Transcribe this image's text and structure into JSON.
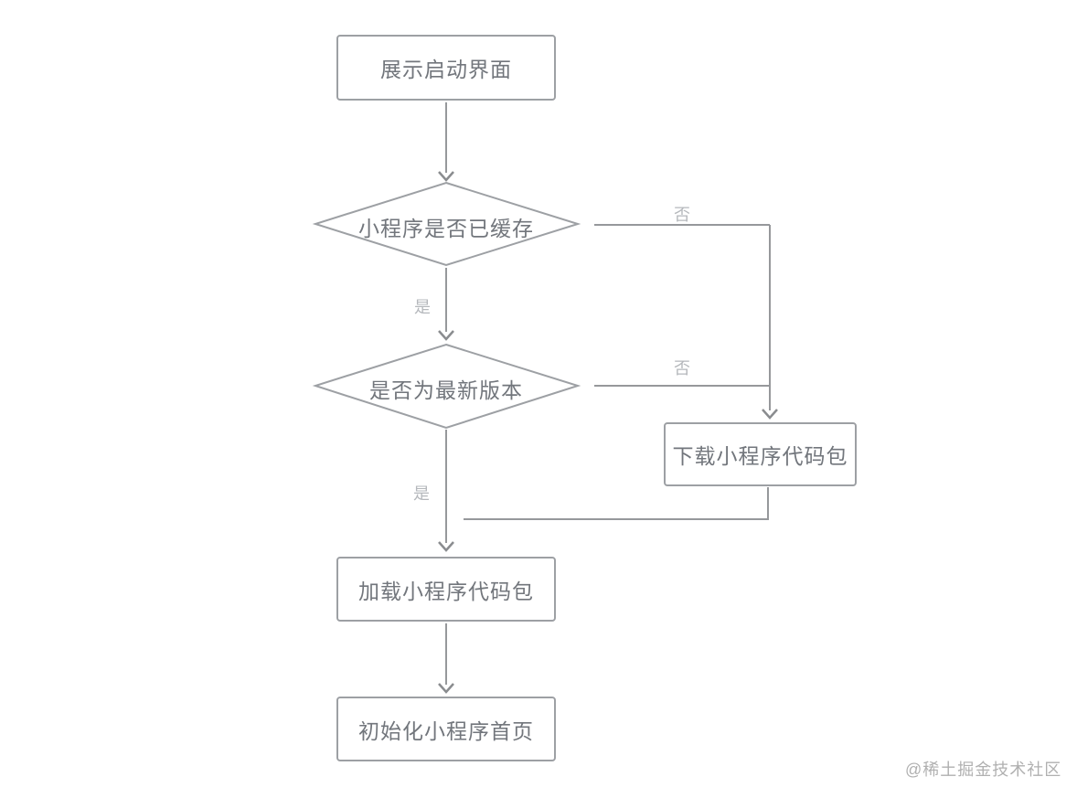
{
  "diagram": {
    "type": "flowchart",
    "nodes": {
      "start": {
        "label": "展示启动界面",
        "shape": "rect"
      },
      "cached": {
        "label": "小程序是否已缓存",
        "shape": "diamond"
      },
      "latest": {
        "label": "是否为最新版本",
        "shape": "diamond"
      },
      "download": {
        "label": "下载小程序代码包",
        "shape": "rect"
      },
      "load": {
        "label": "加载小程序代码包",
        "shape": "rect"
      },
      "init": {
        "label": "初始化小程序首页",
        "shape": "rect"
      }
    },
    "edges": {
      "start_to_cached": {
        "from": "start",
        "to": "cached",
        "label": ""
      },
      "cached_no": {
        "from": "cached",
        "to": "download",
        "label": "否"
      },
      "cached_yes": {
        "from": "cached",
        "to": "latest",
        "label": "是"
      },
      "latest_no": {
        "from": "latest",
        "to": "download",
        "label": "否"
      },
      "latest_yes": {
        "from": "latest",
        "to": "load",
        "label": "是"
      },
      "download_to_load": {
        "from": "download",
        "to": "load",
        "label": ""
      },
      "load_to_init": {
        "from": "load",
        "to": "init",
        "label": ""
      }
    },
    "watermark": "@稀土掘金技术社区",
    "colors": {
      "background": "#ffffff",
      "shape_border": "#9da0a4",
      "connector": "#96989b",
      "arrowhead": "#8a8c8f",
      "node_text": "#72767c",
      "edge_label_text": "#b5b8bc",
      "watermark_text": "#b0b0b0"
    }
  }
}
